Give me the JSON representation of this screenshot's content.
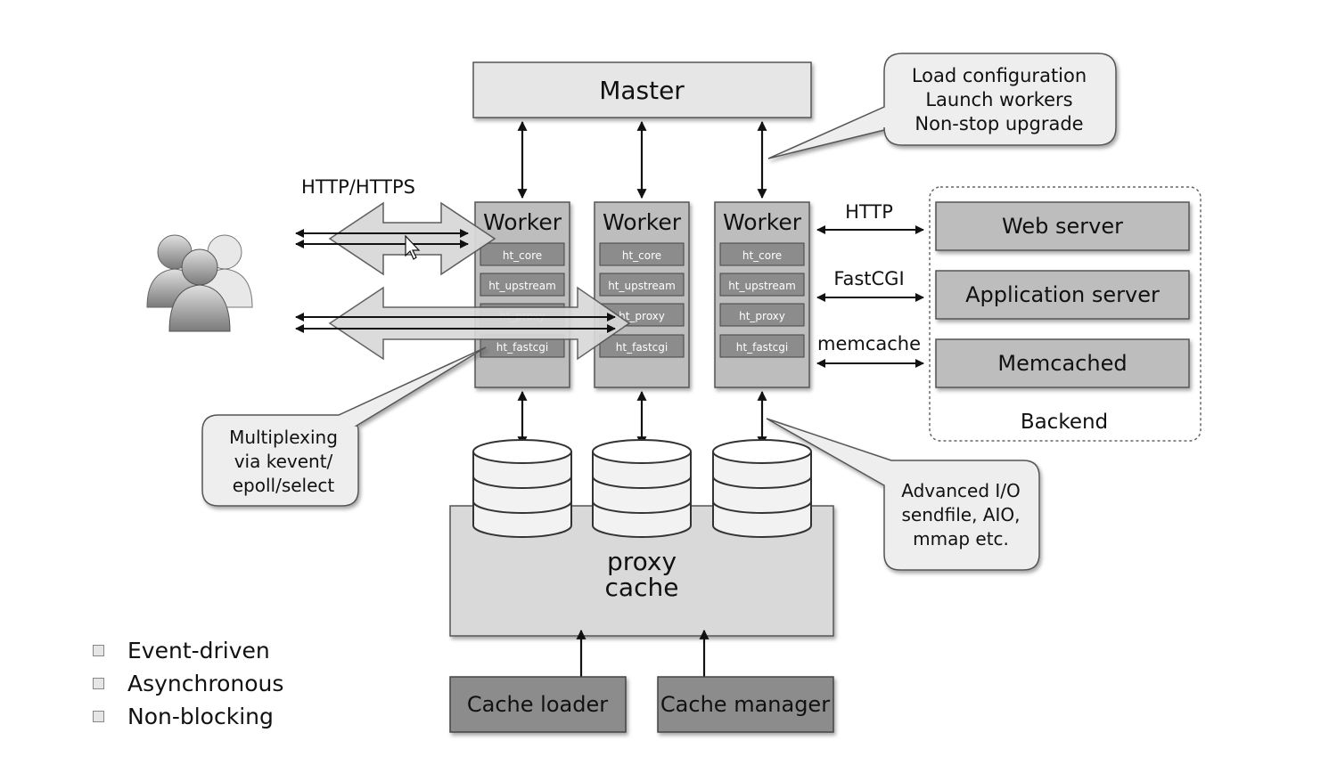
{
  "master": {
    "label": "Master"
  },
  "master_callout": {
    "lines": [
      "Load configuration",
      "Launch workers",
      "Non-stop upgrade"
    ]
  },
  "client_protocol": {
    "label": "HTTP/HTTPS"
  },
  "workers": [
    {
      "title": "Worker",
      "modules": [
        "ht_core",
        "ht_upstream",
        "ht_proxy",
        "ht_fastcgi"
      ]
    },
    {
      "title": "Worker",
      "modules": [
        "ht_core",
        "ht_upstream",
        "ht_proxy",
        "ht_fastcgi"
      ]
    },
    {
      "title": "Worker",
      "modules": [
        "ht_core",
        "ht_upstream",
        "ht_proxy",
        "ht_fastcgi"
      ]
    }
  ],
  "backend_protocols": [
    "HTTP",
    "FastCGI",
    "memcache"
  ],
  "backend": {
    "label": "Backend",
    "servers": [
      "Web server",
      "Application server",
      "Memcached"
    ]
  },
  "multiplex_callout": {
    "lines": [
      "Multiplexing",
      "via kevent/",
      "epoll/select"
    ]
  },
  "io_callout": {
    "lines": [
      "Advanced I/O",
      "sendfile, AIO,",
      "mmap etc."
    ]
  },
  "proxy_cache": {
    "lines": [
      "proxy",
      "cache"
    ]
  },
  "cache_loader": {
    "label": "Cache loader"
  },
  "cache_manager": {
    "label": "Cache manager"
  },
  "features": [
    "Event-driven",
    "Asynchronous",
    "Non-blocking"
  ],
  "icons": {
    "users": "users-group-icon",
    "cursor": "mouse-pointer-icon"
  }
}
